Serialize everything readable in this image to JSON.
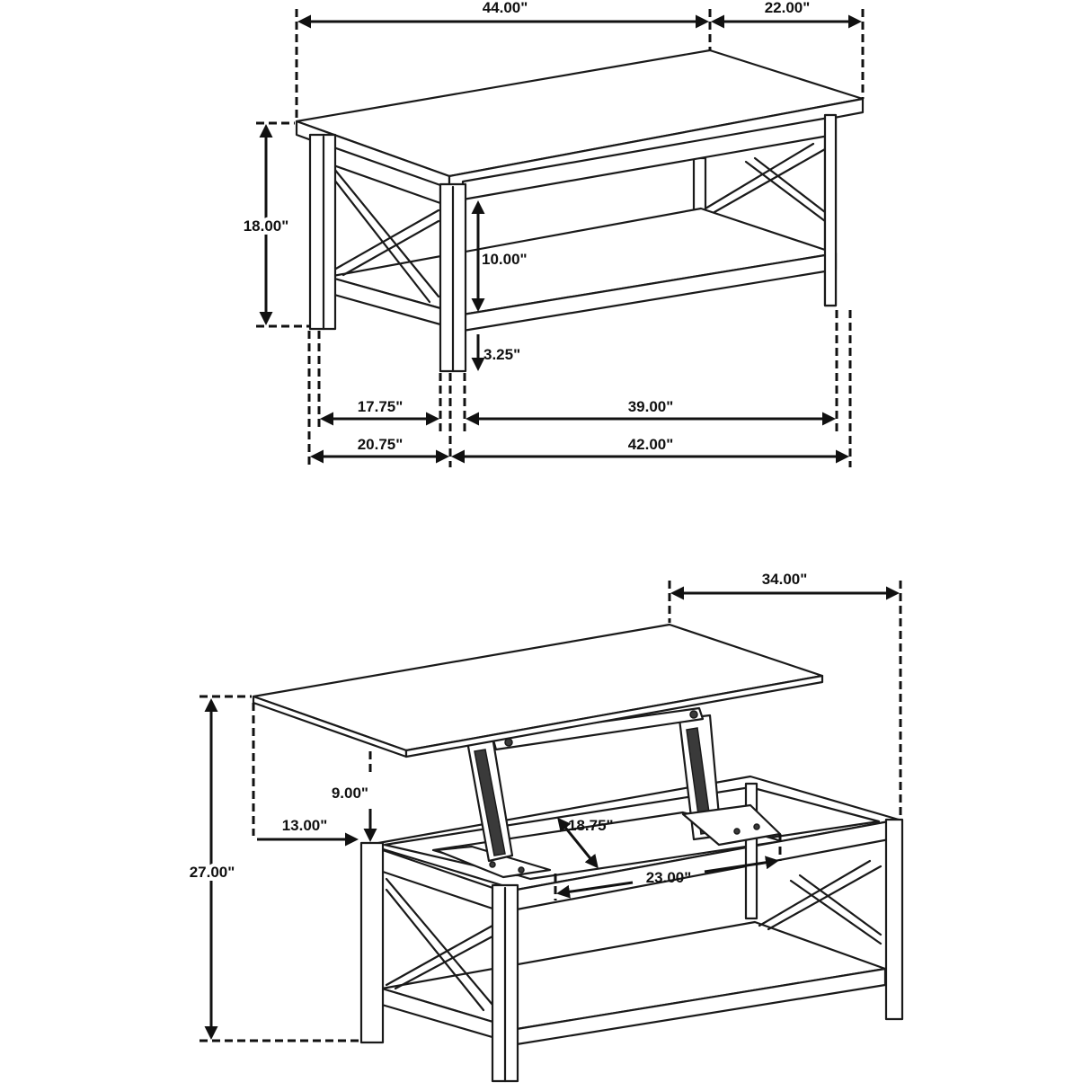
{
  "closed_view": {
    "width": "44.00\"",
    "depth": "22.00\"",
    "height": "18.00\"",
    "shelf_clearance": "10.00\"",
    "floor_clearance": "3.25\"",
    "inner_side": "17.75\"",
    "inner_front": "39.00\"",
    "outer_side": "20.75\"",
    "outer_front": "42.00\""
  },
  "lifted_view": {
    "top_depth": "34.00\"",
    "total_height": "27.00\"",
    "lift_height": "9.00\"",
    "overhang": "13.00\"",
    "storage_depth": "18.75\"",
    "storage_width": "23.00\""
  },
  "colors": {
    "line": "#1a1a1a",
    "background": "#ffffff"
  }
}
